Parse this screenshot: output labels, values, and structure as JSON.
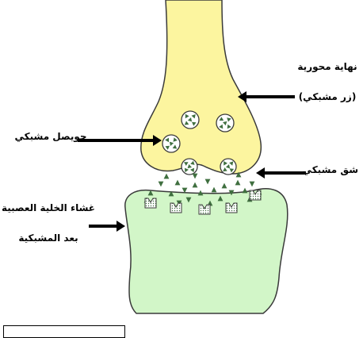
{
  "labels": {
    "axon_terminal_line1": "نهاية محورية",
    "axon_terminal_line2": "(زر مشبكي)",
    "synaptic_vesicle": "حويصل مشبكي",
    "synaptic_cleft": "شق مشبكي",
    "postsynaptic_membrane_line1": "غشاء الخلية العصبية",
    "postsynaptic_membrane_line2": "بعد المشبكية"
  },
  "colors": {
    "presynaptic_fill": "#fcf59f",
    "postsynaptic_fill": "#d2f6c8",
    "outline": "#3a3a3a",
    "molecule": "#3f6f3f",
    "arrow": "#000000"
  }
}
